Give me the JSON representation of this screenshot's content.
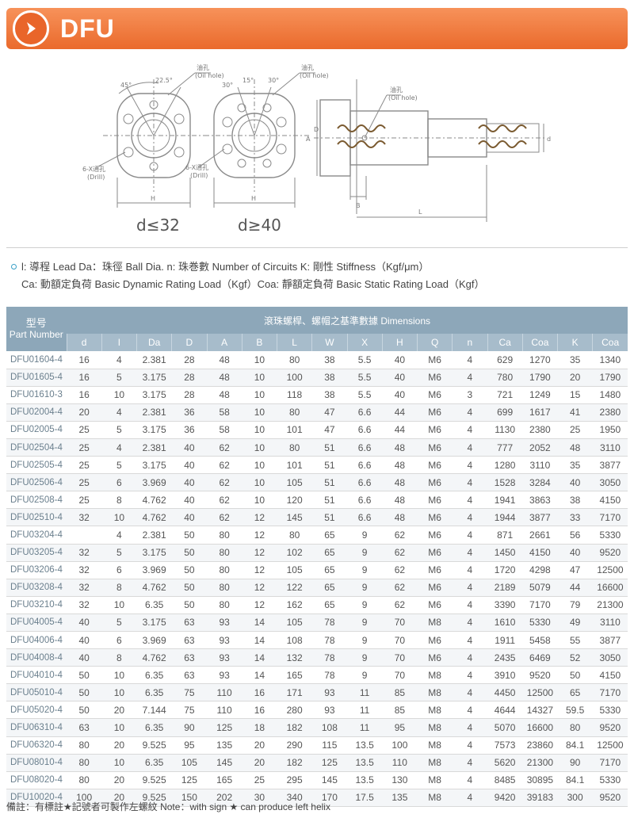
{
  "header": {
    "title": "DFU"
  },
  "drawing": {
    "label_left": "d≤32",
    "label_right": "d≥40",
    "angles": {
      "a45": "45°",
      "a225": "22.5°",
      "a15": "15°",
      "a30a": "30°",
      "a30b": "30°"
    },
    "callout_oil": "油孔",
    "callout_oil_en": "(Oil hole)",
    "callout_bolt": "6-X通孔",
    "callout_bolt_en": "(Drill)",
    "dim_H": "H",
    "dim_B": "B",
    "dim_L": "L",
    "dim_A": "A",
    "dim_D": "D",
    "dim_d": "d"
  },
  "legend": {
    "line1": "l: 導程 Lead  Da：珠徑 Ball Dia. n: 珠巻數 Number of Circuits  K: 剛性 Stiffness（Kgf/μm）",
    "line2": "Ca: 動額定負荷 Basic Dynamic Rating Load（Kgf）Coa: 靜額定負荷 Basic Static Rating Load（Kgf）"
  },
  "table": {
    "part_header_zh": "型号",
    "part_header_en": "Part Number",
    "group_header": "滾珠螺桿、螺帽之基準數據  Dimensions",
    "columns": [
      "d",
      "l",
      "Da",
      "D",
      "A",
      "B",
      "L",
      "W",
      "X",
      "H",
      "Q",
      "n",
      "Ca",
      "Coa",
      "K",
      "Coa"
    ],
    "rows": [
      [
        "DFU01604-4",
        "16",
        "4",
        "2.381",
        "28",
        "48",
        "10",
        "80",
        "38",
        "5.5",
        "40",
        "M6",
        "4",
        "629",
        "1270",
        "35",
        "1340"
      ],
      [
        "DFU01605-4",
        "16",
        "5",
        "3.175",
        "28",
        "48",
        "10",
        "100",
        "38",
        "5.5",
        "40",
        "M6",
        "4",
        "780",
        "1790",
        "20",
        "1790"
      ],
      [
        "DFU01610-3",
        "16",
        "10",
        "3.175",
        "28",
        "48",
        "10",
        "118",
        "38",
        "5.5",
        "40",
        "M6",
        "3",
        "721",
        "1249",
        "15",
        "1480"
      ],
      [
        "DFU02004-4",
        "20",
        "4",
        "2.381",
        "36",
        "58",
        "10",
        "80",
        "47",
        "6.6",
        "44",
        "M6",
        "4",
        "699",
        "1617",
        "41",
        "2380"
      ],
      [
        "DFU02005-4",
        "25",
        "5",
        "3.175",
        "36",
        "58",
        "10",
        "101",
        "47",
        "6.6",
        "44",
        "M6",
        "4",
        "1130",
        "2380",
        "25",
        "1950"
      ],
      [
        "DFU02504-4",
        "25",
        "4",
        "2.381",
        "40",
        "62",
        "10",
        "80",
        "51",
        "6.6",
        "48",
        "M6",
        "4",
        "777",
        "2052",
        "48",
        "3110"
      ],
      [
        "DFU02505-4",
        "25",
        "5",
        "3.175",
        "40",
        "62",
        "10",
        "101",
        "51",
        "6.6",
        "48",
        "M6",
        "4",
        "1280",
        "3110",
        "35",
        "3877"
      ],
      [
        "DFU02506-4",
        "25",
        "6",
        "3.969",
        "40",
        "62",
        "10",
        "105",
        "51",
        "6.6",
        "48",
        "M6",
        "4",
        "1528",
        "3284",
        "40",
        "3050"
      ],
      [
        "DFU02508-4",
        "25",
        "8",
        "4.762",
        "40",
        "62",
        "10",
        "120",
        "51",
        "6.6",
        "48",
        "M6",
        "4",
        "1941",
        "3863",
        "38",
        "4150"
      ],
      [
        "DFU02510-4",
        "32",
        "10",
        "4.762",
        "40",
        "62",
        "12",
        "145",
        "51",
        "6.6",
        "48",
        "M6",
        "4",
        "1944",
        "3877",
        "33",
        "7170"
      ],
      [
        "DFU03204-4",
        "",
        "4",
        "2.381",
        "50",
        "80",
        "12",
        "80",
        "65",
        "9",
        "62",
        "M6",
        "4",
        "871",
        "2661",
        "56",
        "5330"
      ],
      [
        "DFU03205-4",
        "32",
        "5",
        "3.175",
        "50",
        "80",
        "12",
        "102",
        "65",
        "9",
        "62",
        "M6",
        "4",
        "1450",
        "4150",
        "40",
        "9520"
      ],
      [
        "DFU03206-4",
        "32",
        "6",
        "3.969",
        "50",
        "80",
        "12",
        "105",
        "65",
        "9",
        "62",
        "M6",
        "4",
        "1720",
        "4298",
        "47",
        "12500"
      ],
      [
        "DFU03208-4",
        "32",
        "8",
        "4.762",
        "50",
        "80",
        "12",
        "122",
        "65",
        "9",
        "62",
        "M6",
        "4",
        "2189",
        "5079",
        "44",
        "16600"
      ],
      [
        "DFU03210-4",
        "32",
        "10",
        "6.35",
        "50",
        "80",
        "12",
        "162",
        "65",
        "9",
        "62",
        "M6",
        "4",
        "3390",
        "7170",
        "79",
        "21300"
      ],
      [
        "DFU04005-4",
        "40",
        "5",
        "3.175",
        "63",
        "93",
        "14",
        "105",
        "78",
        "9",
        "70",
        "M8",
        "4",
        "1610",
        "5330",
        "49",
        "3110"
      ],
      [
        "DFU04006-4",
        "40",
        "6",
        "3.969",
        "63",
        "93",
        "14",
        "108",
        "78",
        "9",
        "70",
        "M6",
        "4",
        "1911",
        "5458",
        "55",
        "3877"
      ],
      [
        "DFU04008-4",
        "40",
        "8",
        "4.762",
        "63",
        "93",
        "14",
        "132",
        "78",
        "9",
        "70",
        "M6",
        "4",
        "2435",
        "6469",
        "52",
        "3050"
      ],
      [
        "DFU04010-4",
        "50",
        "10",
        "6.35",
        "63",
        "93",
        "14",
        "165",
        "78",
        "9",
        "70",
        "M8",
        "4",
        "3910",
        "9520",
        "50",
        "4150"
      ],
      [
        "DFU05010-4",
        "50",
        "10",
        "6.35",
        "75",
        "110",
        "16",
        "171",
        "93",
        "11",
        "85",
        "M8",
        "4",
        "4450",
        "12500",
        "65",
        "7170"
      ],
      [
        "DFU05020-4",
        "50",
        "20",
        "7.144",
        "75",
        "110",
        "16",
        "280",
        "93",
        "11",
        "85",
        "M8",
        "4",
        "4644",
        "14327",
        "59.5",
        "5330"
      ],
      [
        "DFU06310-4",
        "63",
        "10",
        "6.35",
        "90",
        "125",
        "18",
        "182",
        "108",
        "11",
        "95",
        "M8",
        "4",
        "5070",
        "16600",
        "80",
        "9520"
      ],
      [
        "DFU06320-4",
        "80",
        "20",
        "9.525",
        "95",
        "135",
        "20",
        "290",
        "115",
        "13.5",
        "100",
        "M8",
        "4",
        "7573",
        "23860",
        "84.1",
        "12500"
      ],
      [
        "DFU08010-4",
        "80",
        "10",
        "6.35",
        "105",
        "145",
        "20",
        "182",
        "125",
        "13.5",
        "110",
        "M8",
        "4",
        "5620",
        "21300",
        "90",
        "7170"
      ],
      [
        "DFU08020-4",
        "80",
        "20",
        "9.525",
        "125",
        "165",
        "25",
        "295",
        "145",
        "13.5",
        "130",
        "M8",
        "4",
        "8485",
        "30895",
        "84.1",
        "5330"
      ],
      [
        "DFU10020-4",
        "100",
        "20",
        "9.525",
        "150",
        "202",
        "30",
        "340",
        "170",
        "17.5",
        "135",
        "M8",
        "4",
        "9420",
        "39183",
        "300",
        "9520"
      ]
    ]
  },
  "note": "備註：有標註★記號者可製作左螺紋 Note：with sign ★ can produce left helix"
}
